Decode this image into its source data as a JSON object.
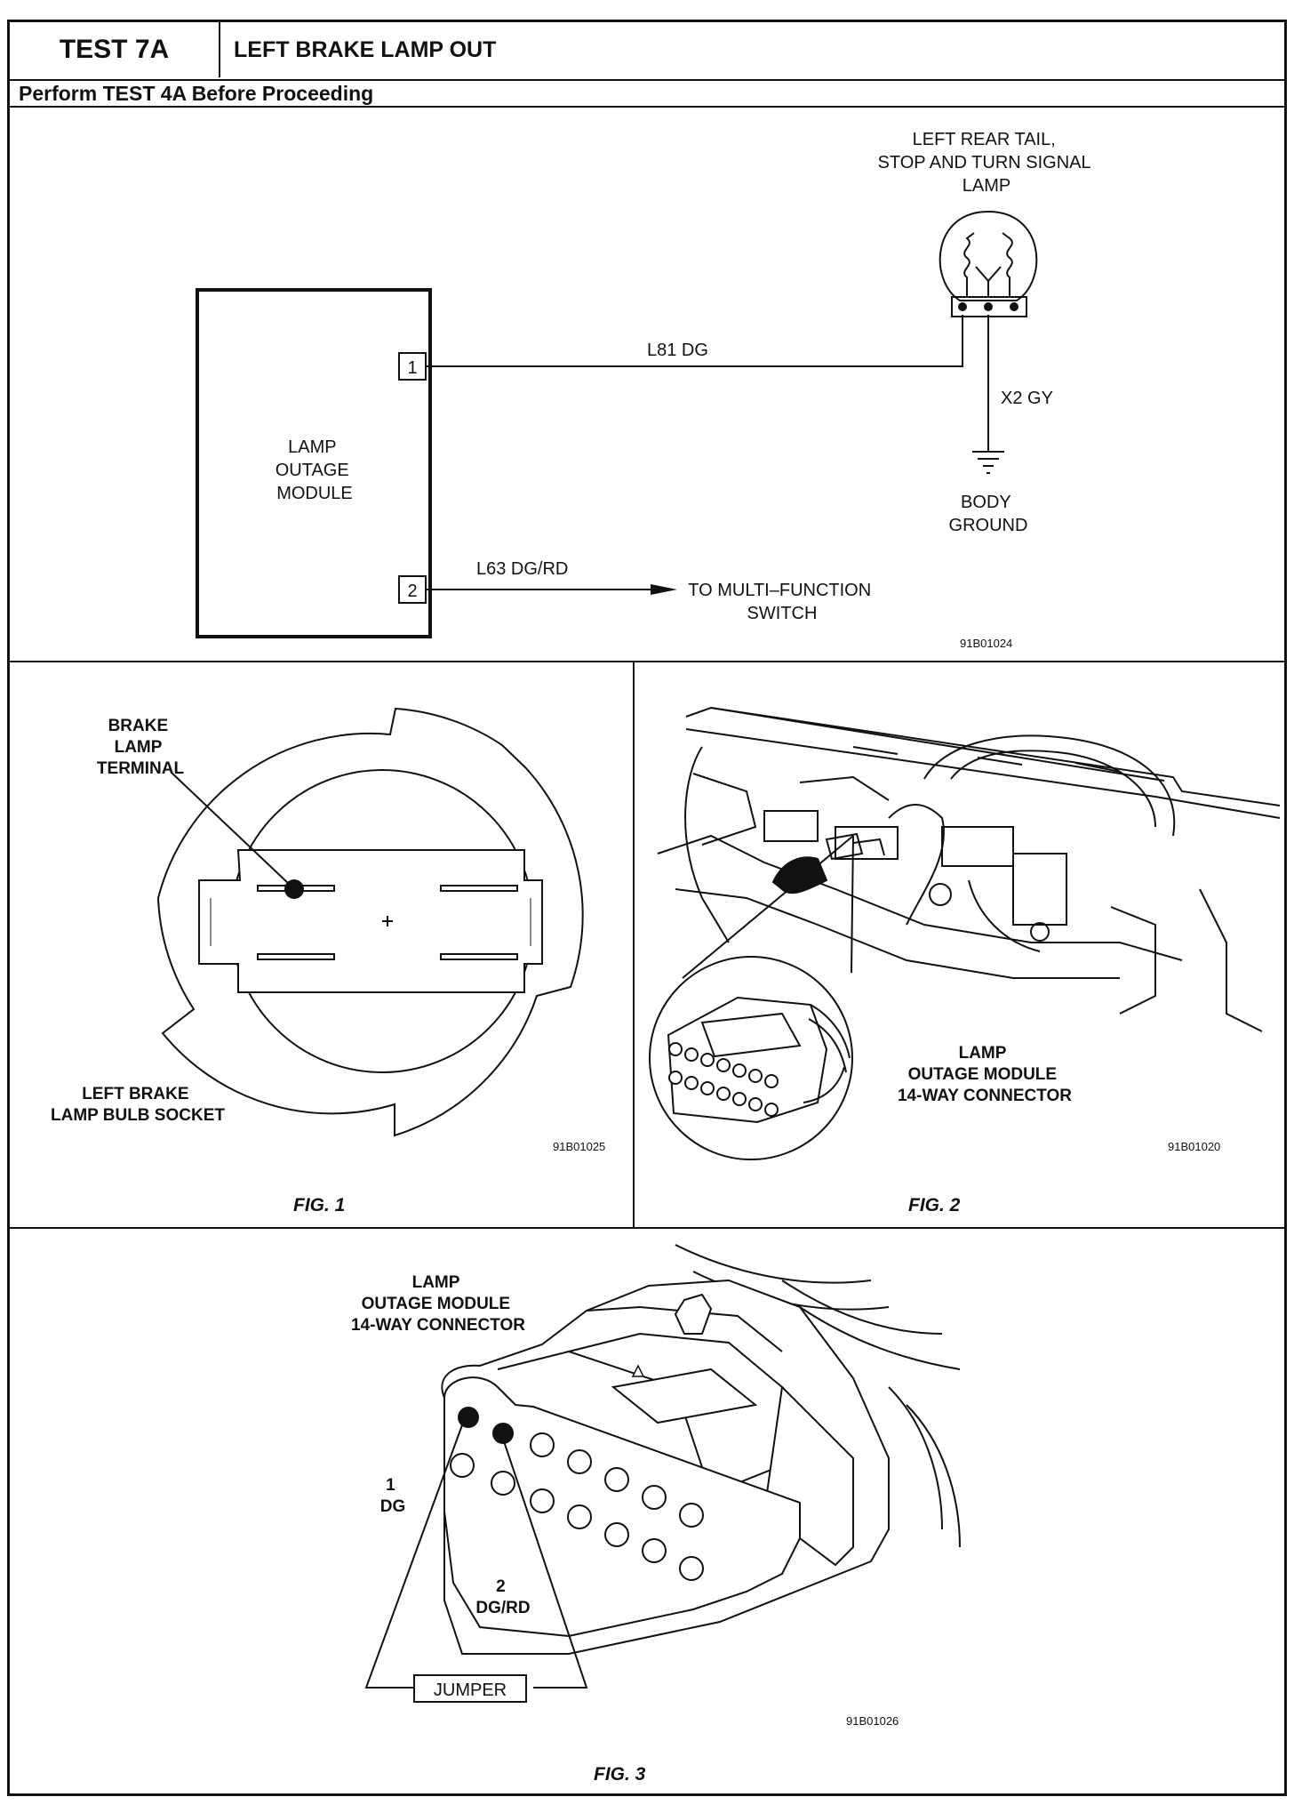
{
  "header": {
    "test_id": "TEST 7A",
    "title": "LEFT BRAKE LAMP OUT",
    "instruction": "Perform TEST 4A Before Proceeding"
  },
  "schematic": {
    "lamp_label": [
      "LEFT REAR TAIL,",
      "STOP AND TURN SIGNAL",
      "LAMP"
    ],
    "module_label": [
      "LAMP",
      "OUTAGE",
      "MODULE"
    ],
    "pin1": "1",
    "pin2": "2",
    "wire1": "L81 DG",
    "wire_ground": "X2 GY",
    "ground_label": [
      "BODY",
      "GROUND"
    ],
    "wire2": "L63 DG/RD",
    "switch_label": [
      "TO MULTI–FUNCTION",
      "SWITCH"
    ],
    "code": "91B01024"
  },
  "fig1": {
    "terminal_label": [
      "BRAKE",
      "LAMP",
      "TERMINAL"
    ],
    "socket_label": [
      "LEFT BRAKE",
      "LAMP BULB SOCKET"
    ],
    "code": "91B01025",
    "caption": "FIG. 1"
  },
  "fig2": {
    "connector_label": [
      "LAMP",
      "OUTAGE MODULE",
      "14-WAY CONNECTOR"
    ],
    "code": "91B01020",
    "caption": "FIG. 2"
  },
  "fig3": {
    "connector_label": [
      "LAMP",
      "OUTAGE MODULE",
      "14-WAY CONNECTOR"
    ],
    "pin1_label": [
      "1",
      "DG"
    ],
    "pin2_label": [
      "2",
      "DG/RD"
    ],
    "jumper": "JUMPER",
    "code": "91B01026",
    "caption": "FIG. 3"
  }
}
